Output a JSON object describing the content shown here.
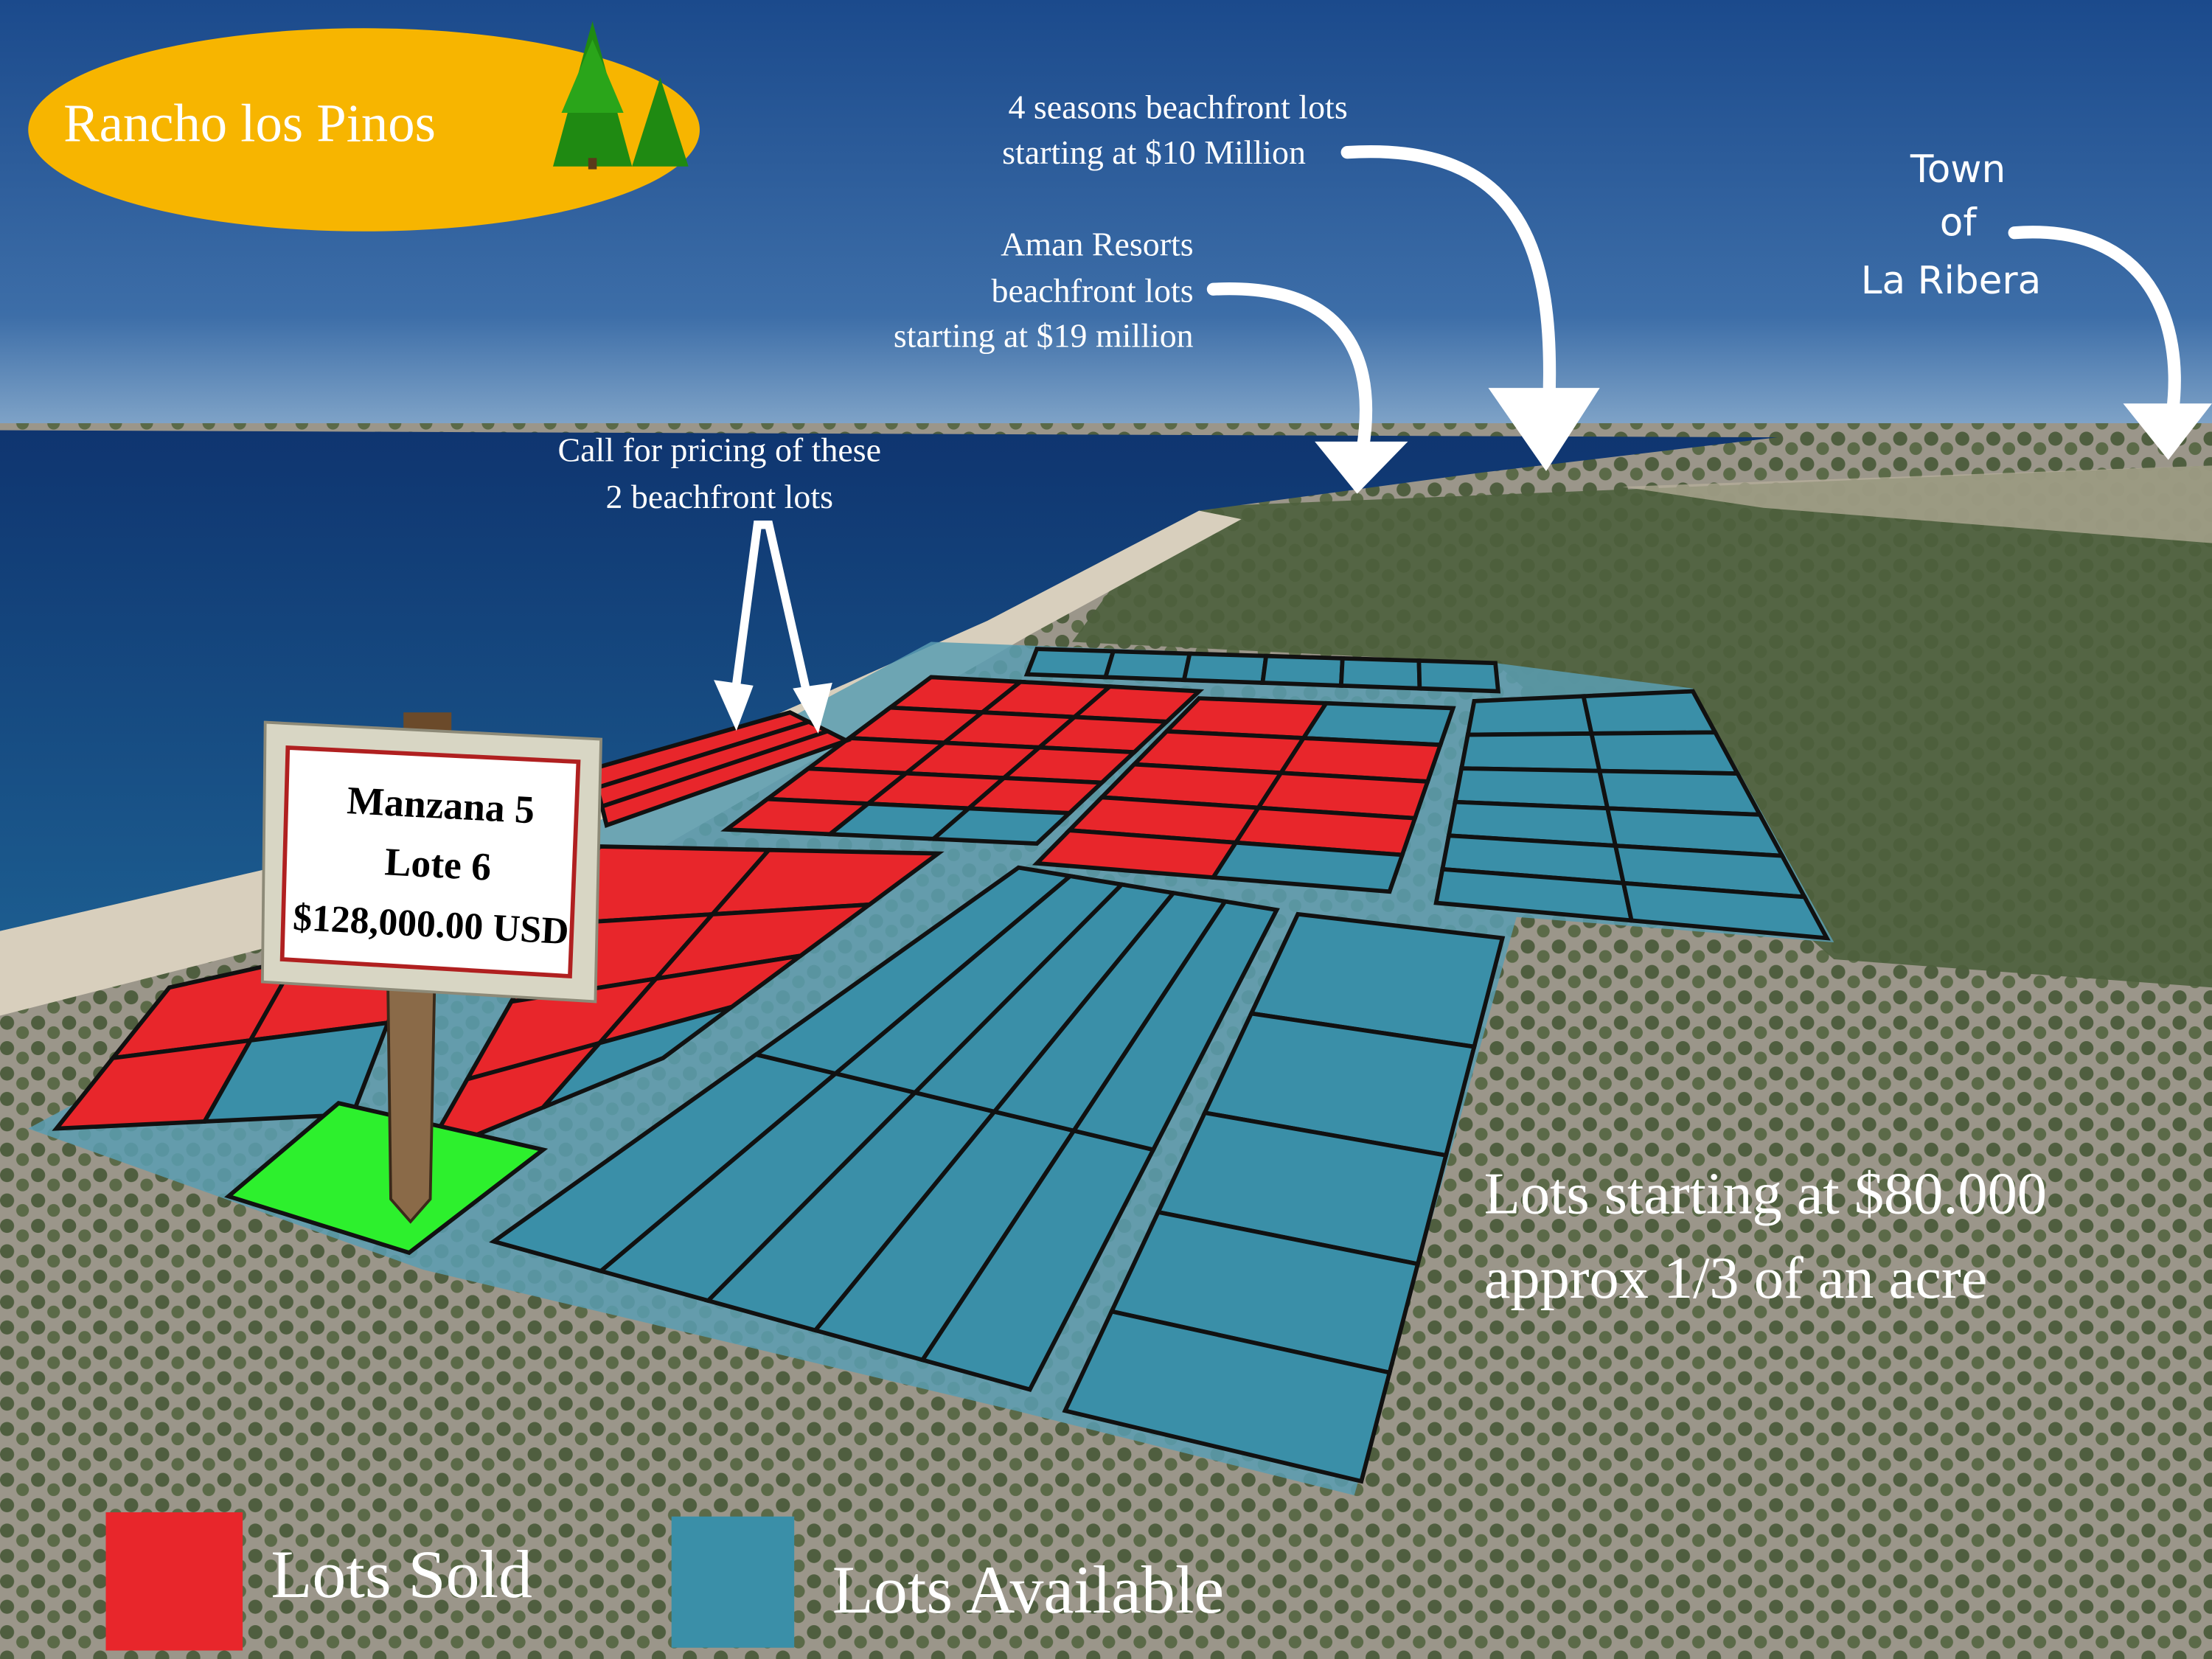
{
  "logo": {
    "title": "Rancho los Pinos",
    "color": "#f7b500",
    "text_color": "#ffffff"
  },
  "annotations": {
    "four_seasons": [
      "4 seasons beachfront lots",
      "starting at $10 Million"
    ],
    "aman": [
      "Aman Resorts",
      "beachfront lots",
      "starting at $19 million"
    ],
    "town": [
      "Town",
      "of",
      "La Ribera"
    ],
    "call_pricing": [
      "Call for pricing of these",
      "2 beachfront lots"
    ],
    "lots_info": [
      "Lots starting at $80.000",
      "approx 1/3 of an acre"
    ]
  },
  "sign": {
    "lines": [
      "Manzana 5",
      "Lote 6",
      "$128,000.00 USD"
    ]
  },
  "legend": {
    "sold": {
      "label": "Lots Sold",
      "color": "#e8262b"
    },
    "available": {
      "label": "Lots Available",
      "color": "#3a8fa8"
    }
  },
  "highlight_color": "#2df02d"
}
